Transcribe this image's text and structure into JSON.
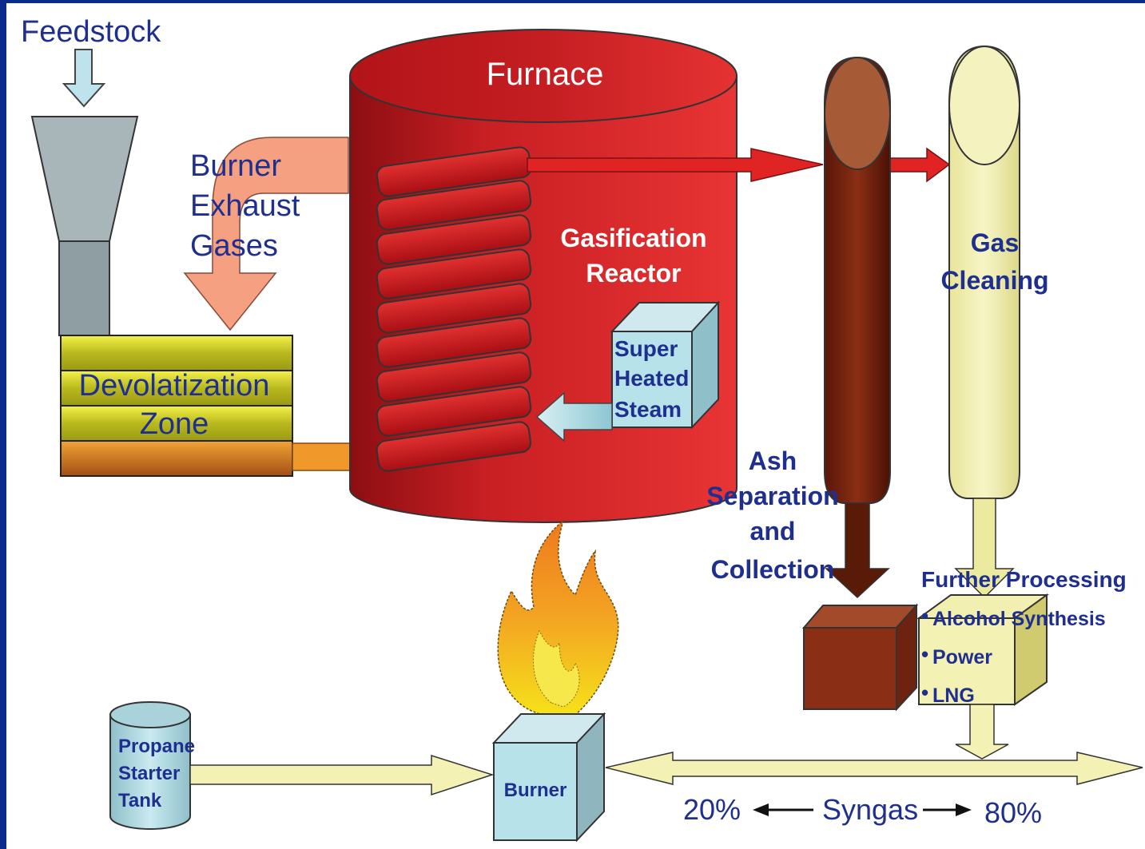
{
  "labels": {
    "feedstock": "Feedstock",
    "furnace": "Furnace",
    "burner_exhaust_1": "Burner",
    "burner_exhaust_2": "Exhaust",
    "burner_exhaust_3": "Gases",
    "devolatization_1": "Devolatization",
    "devolatization_2": "Zone",
    "gasification_1": "Gasification",
    "gasification_2": "Reactor",
    "steam_1": "Super",
    "steam_2": "Heated",
    "steam_3": "Steam",
    "gas_cleaning_1": "Gas",
    "gas_cleaning_2": "Cleaning",
    "ash_1": "Ash",
    "ash_2": "Separation",
    "ash_3": "and",
    "ash_4": "Collection",
    "further_processing": "Further Processing",
    "fp_item_1": "Alcohol Synthesis",
    "fp_item_2": "Power",
    "fp_item_3": "LNG",
    "propane_1": "Propane",
    "propane_2": "Starter",
    "propane_3": "Tank",
    "burner": "Burner",
    "syngas": "Syngas",
    "pct_left": "20%",
    "pct_right": "80%"
  },
  "colors": {
    "background_border": "#0b2a8c",
    "label_blue": "#1f2f8f",
    "furnace_red": "#d42a2a",
    "exhaust_salmon": "#f4a081",
    "syngas_yellow": "#f3f1b4",
    "ash_brown": "#8a2e16",
    "steam_cyan": "#b8e2ea"
  }
}
